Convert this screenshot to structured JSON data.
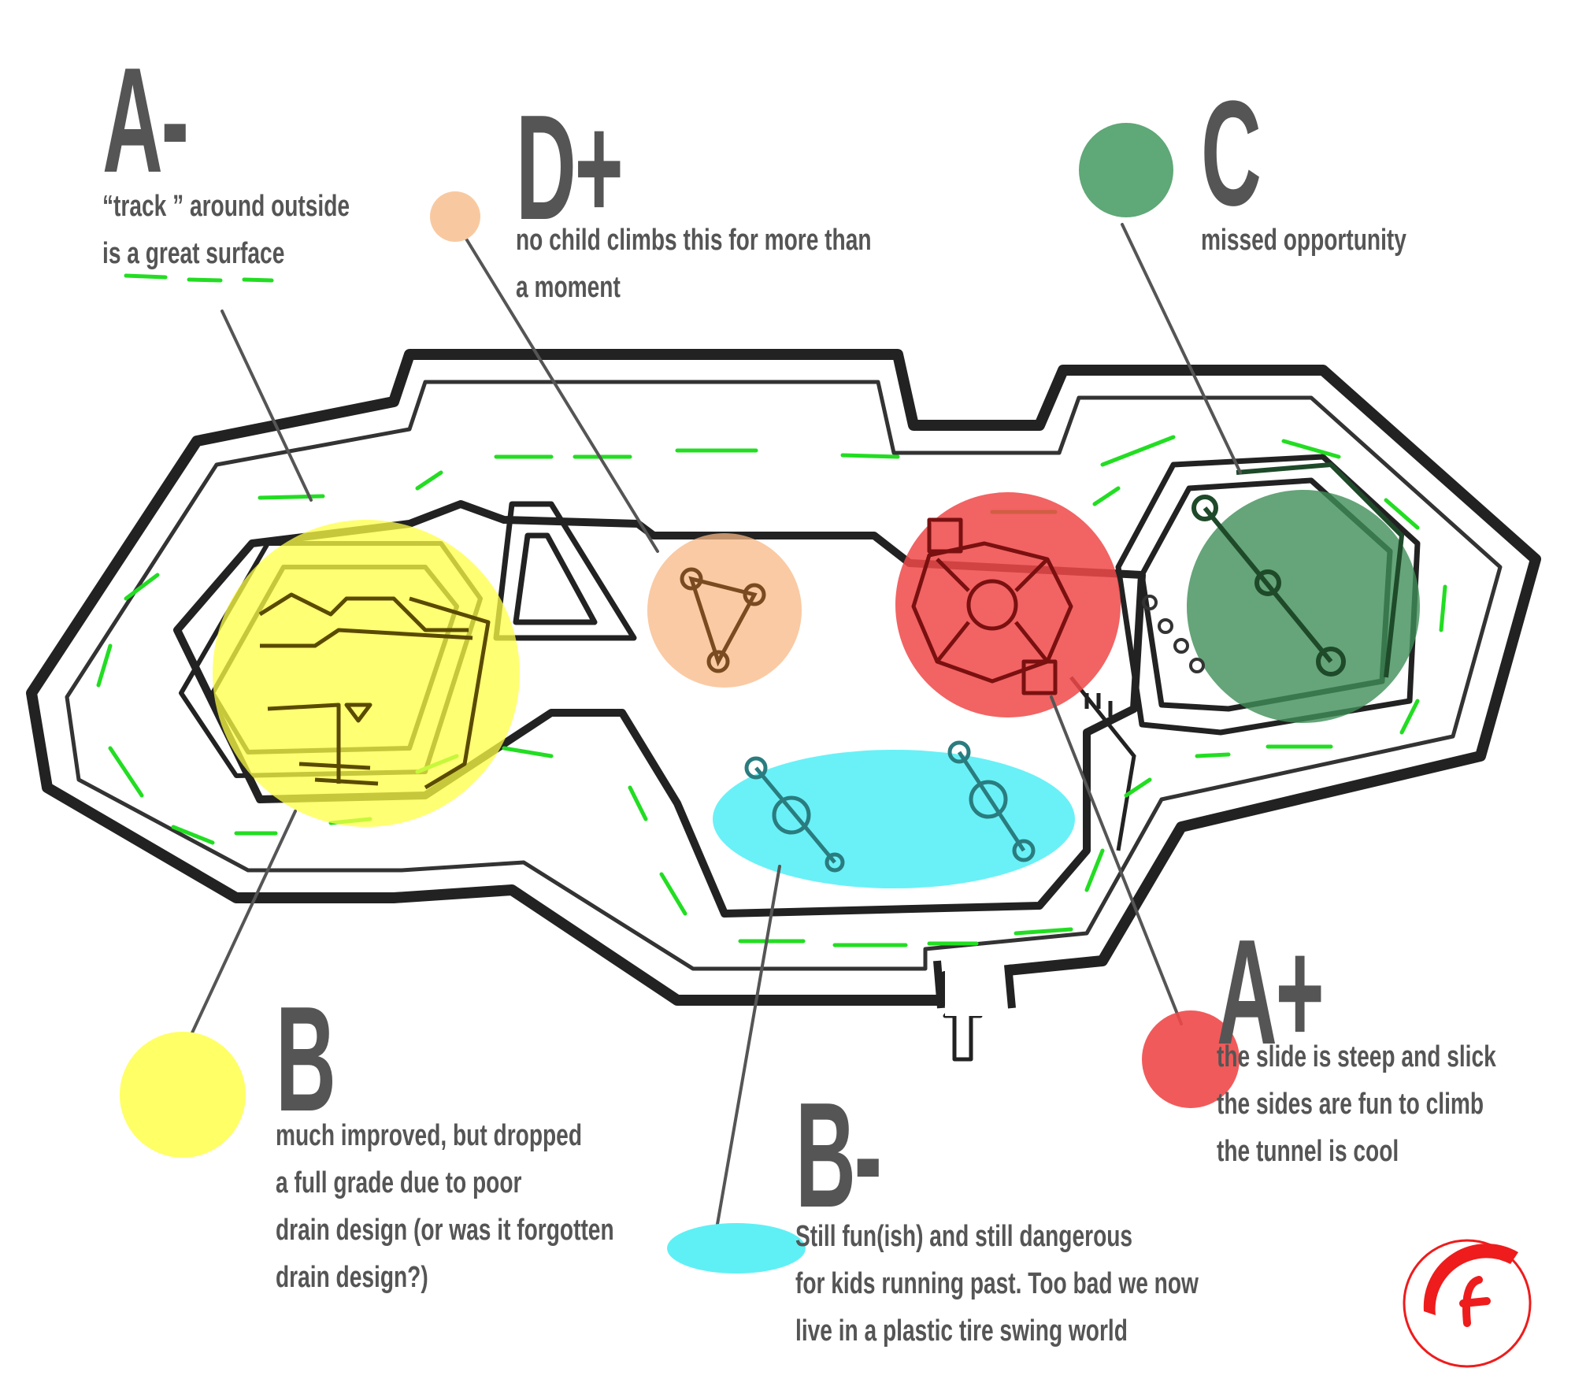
{
  "annotations": [
    {
      "id": "a-minus",
      "grade": "A-",
      "lines": [
        "“track ” around outside",
        "is a great surface"
      ],
      "color": "#00cc00",
      "marker": "track-dash"
    },
    {
      "id": "d-plus",
      "grade": "D+",
      "lines": [
        "no child climbs this for more than",
        "a moment"
      ],
      "color": "#f8c9a0"
    },
    {
      "id": "c",
      "grade": "C",
      "lines": [
        "missed opportunity"
      ],
      "color": "#5fa877"
    },
    {
      "id": "b",
      "grade": "B",
      "lines": [
        "much improved, but dropped",
        "a full grade due to poor",
        "drain design (or was it forgotten",
        "drain design?)"
      ],
      "color": "#ffff44"
    },
    {
      "id": "b-minus",
      "grade": "B-",
      "lines": [
        "Still fun(ish) and still dangerous",
        "for kids running past. Too bad we now",
        "live in a plastic tire swing world"
      ],
      "color": "#5ff0f5"
    },
    {
      "id": "a-plus",
      "grade": "A+",
      "lines": [
        "the slide is steep and slick",
        "the sides are fun to climb",
        "the tunnel is cool"
      ],
      "color": "#f04848"
    }
  ],
  "logo": {
    "text": "sf",
    "color": "#ee1c1c"
  }
}
